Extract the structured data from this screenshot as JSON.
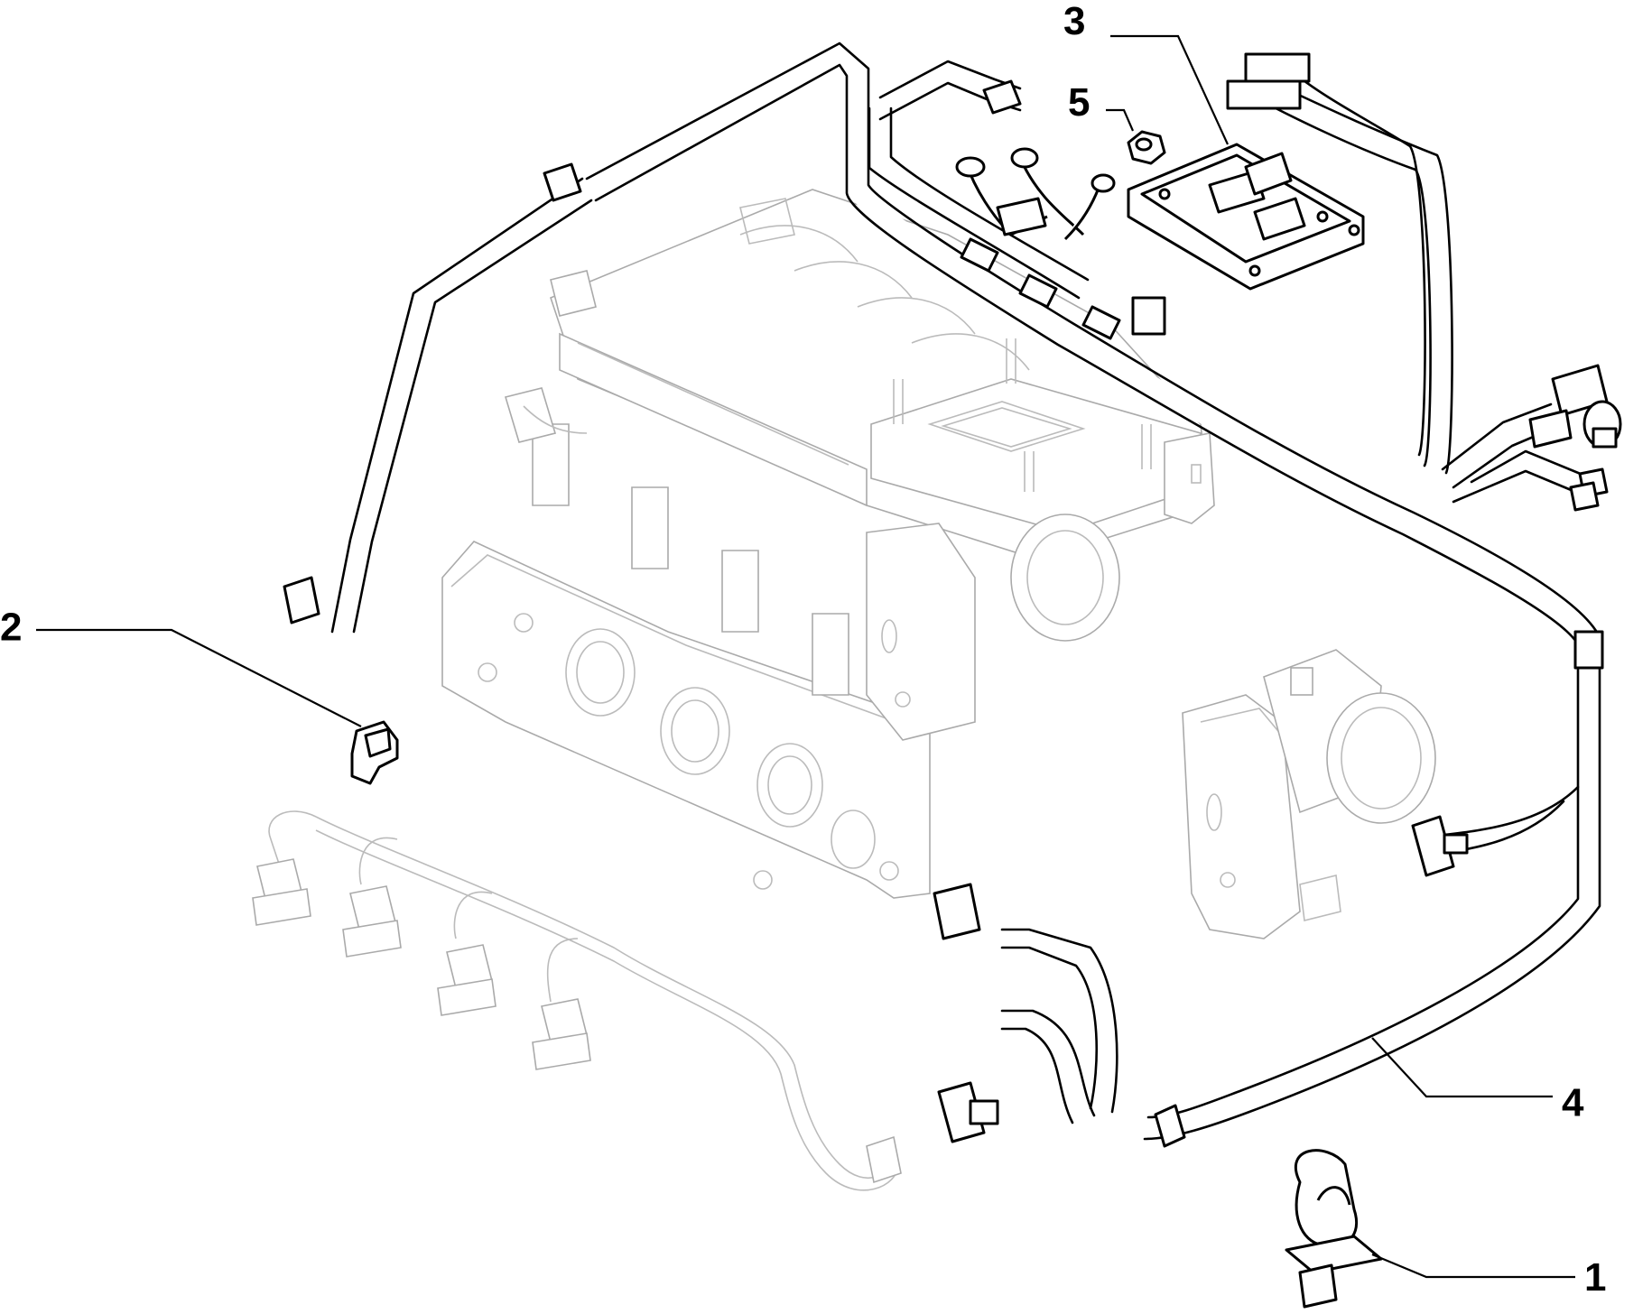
{
  "callouts": [
    {
      "id": "1",
      "label": "1"
    },
    {
      "id": "2",
      "label": "2"
    },
    {
      "id": "3",
      "label": "3"
    },
    {
      "id": "4",
      "label": "4"
    },
    {
      "id": "5",
      "label": "5"
    }
  ],
  "colors": {
    "ink": "#000000",
    "context_lines": "#b0b0b0",
    "background": "#ffffff"
  }
}
